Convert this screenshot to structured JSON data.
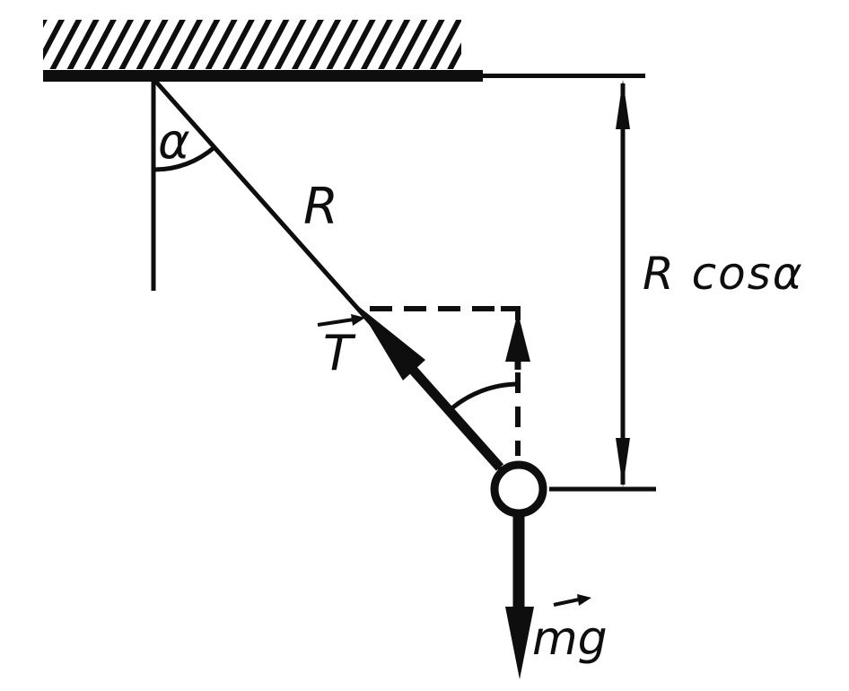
{
  "figure": {
    "kind": "pendulum-force-diagram",
    "labels": {
      "alpha": "α",
      "radius": "R",
      "tension": "T",
      "weight": "mg",
      "depth": "R cosα"
    },
    "colors": {
      "ink": "#0e0e0e",
      "background": "#ffffff"
    }
  }
}
